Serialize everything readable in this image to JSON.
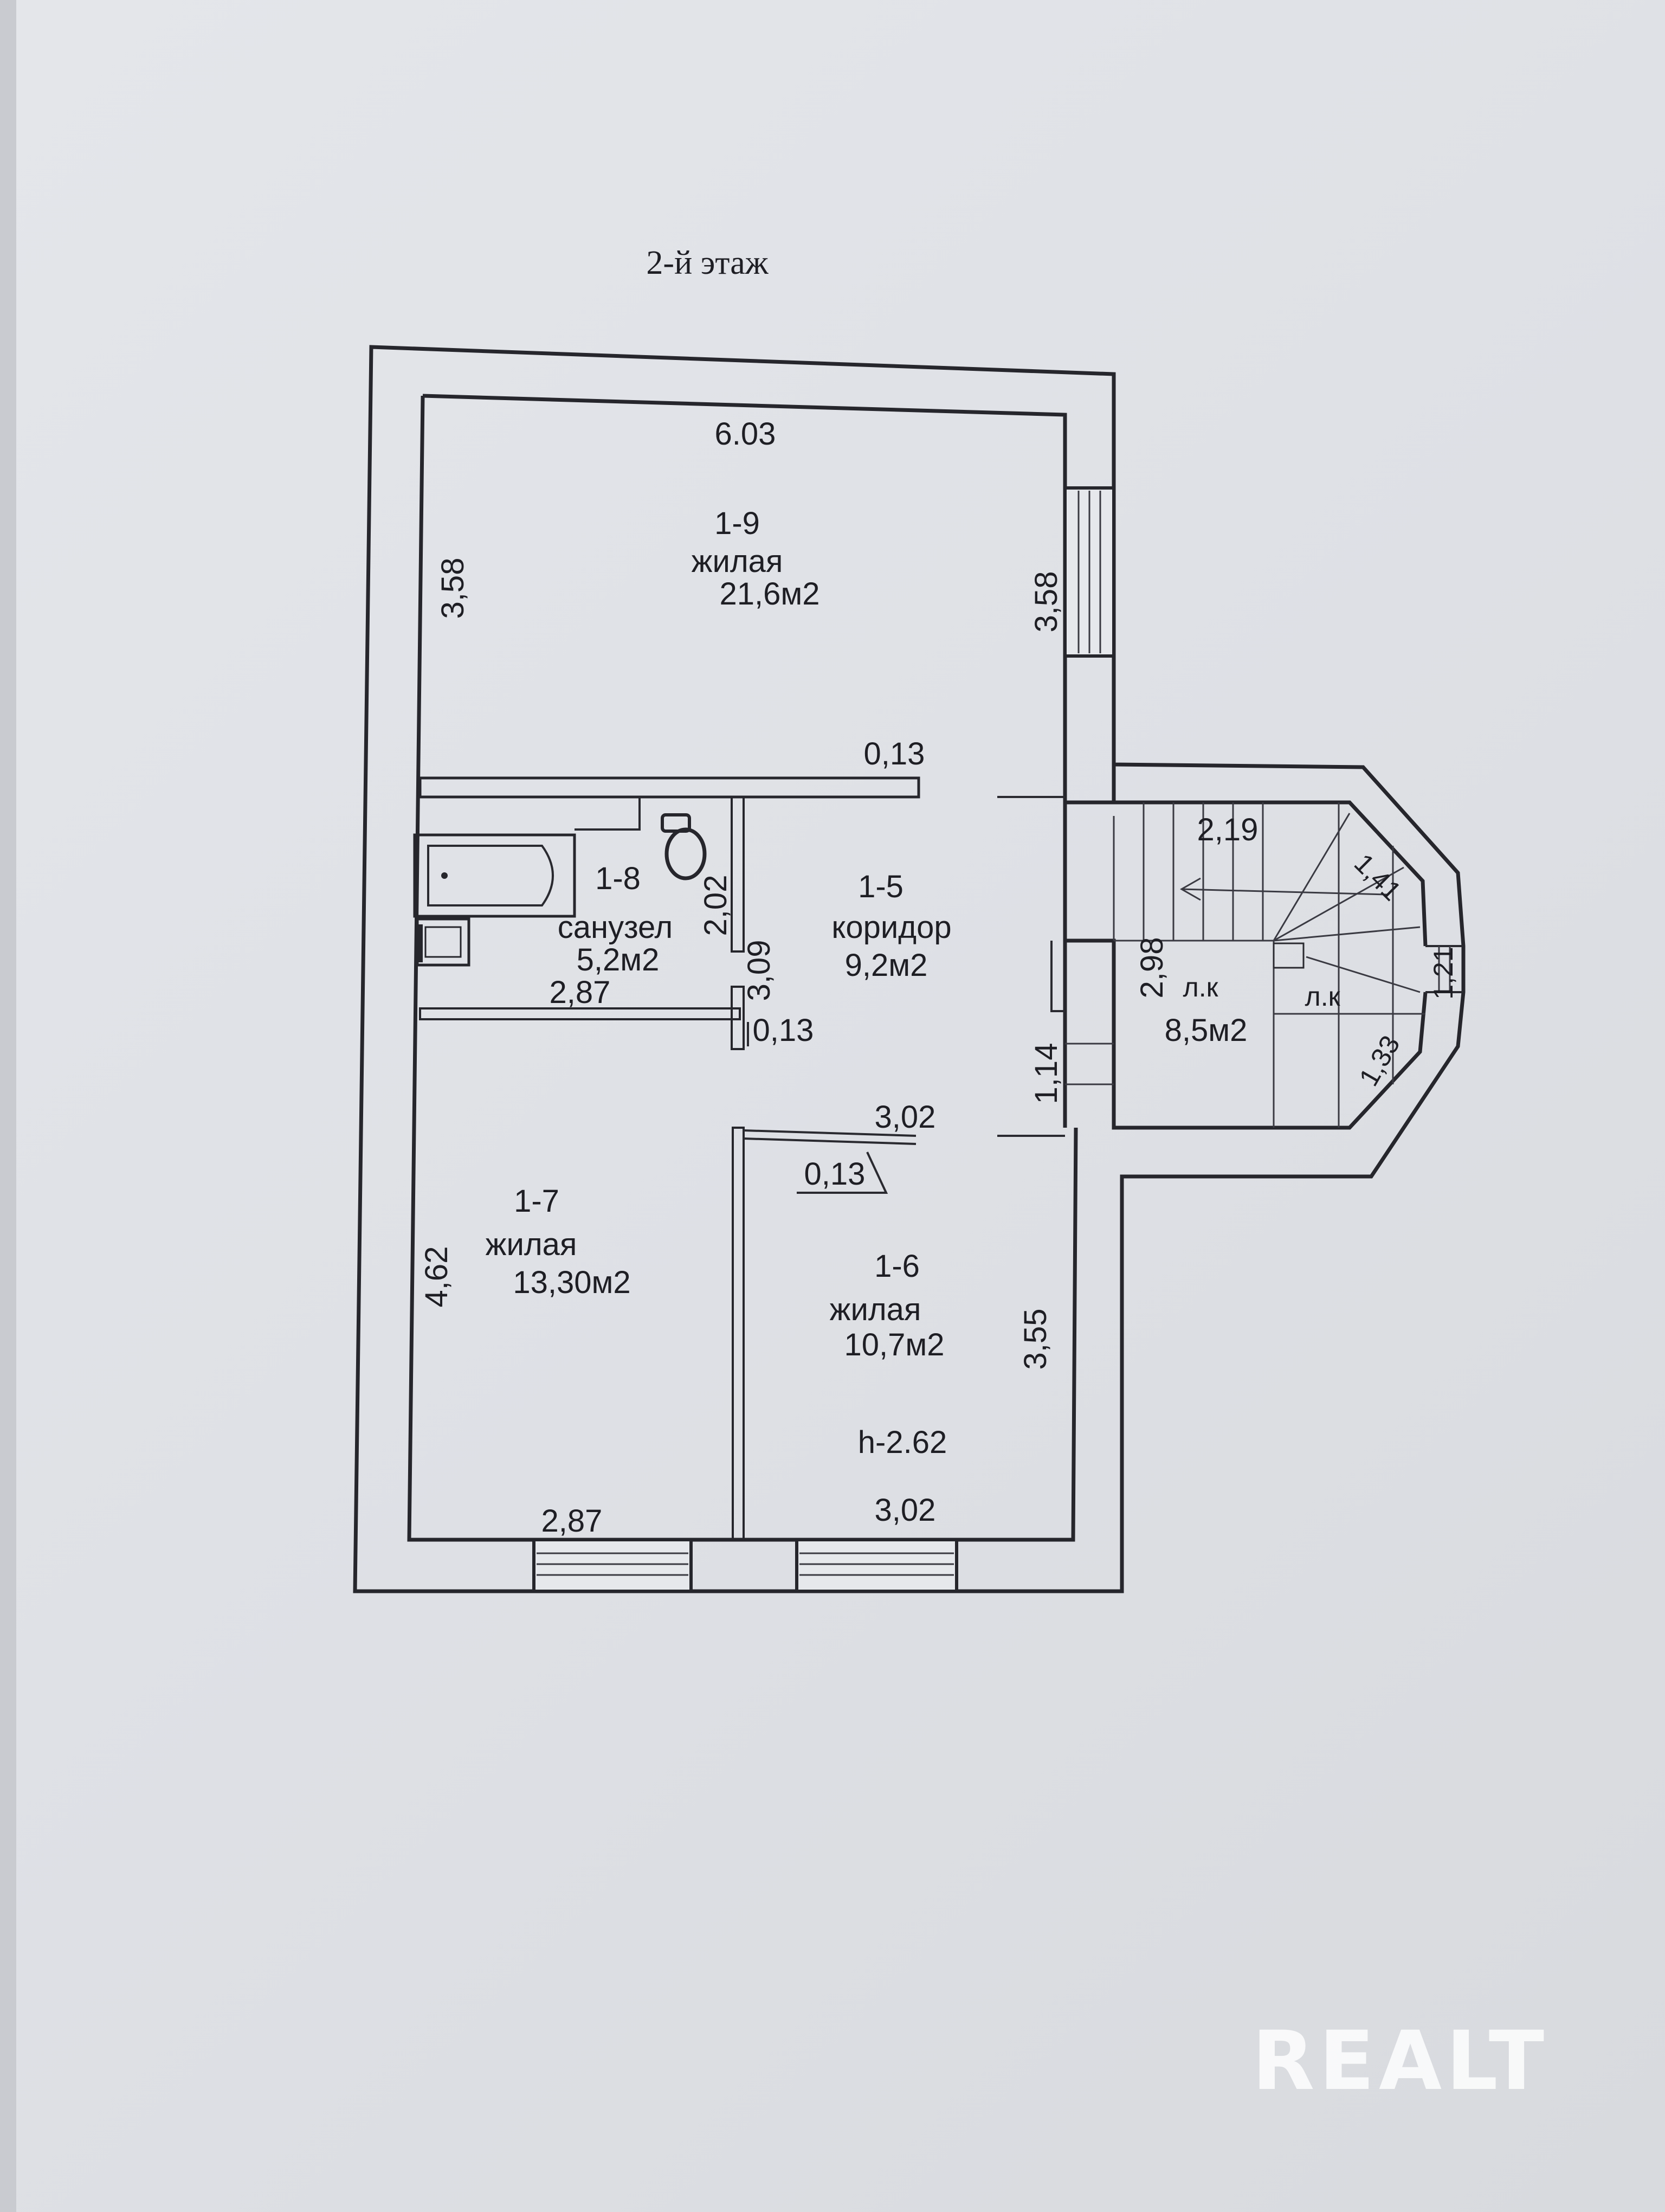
{
  "floor_title": "2-й этаж",
  "rooms": {
    "r19": {
      "id": "1-9",
      "type": "жилая",
      "area": "21,6м2"
    },
    "r18": {
      "id": "1-8",
      "type": "санузел",
      "area": "5,2м2"
    },
    "r15": {
      "id": "1-5",
      "type": "коридор",
      "area": "9,2м2"
    },
    "r17": {
      "id": "1-7",
      "type": "жилая",
      "area": "13,30м2"
    },
    "r16": {
      "id": "1-6",
      "type": "жилая",
      "area": "10,7м2"
    },
    "stairs": {
      "type_left": "л.к",
      "type_right": "л.к",
      "area": "8,5м2"
    }
  },
  "dimensions": {
    "top_width": "6.03",
    "r19_left_height": "3,58",
    "r19_right_height": "3,58",
    "wall_thickness_top": "0,13",
    "bath_height": "2,02",
    "bath_full_height": "3,09",
    "bath_width": "2,87",
    "wall_thickness_mid": "0,13",
    "stair_height": "2,98",
    "stair_width": "2,19",
    "stair_diag": "1,41",
    "stair_door": "1,21",
    "stair_low": "1,33",
    "corridor_side": "1,14",
    "r16_top_width": "3,02",
    "wall_thickness_low": "0,13",
    "r17_height": "4,62",
    "r16_height": "3,55",
    "r17_bottom_width": "2,87",
    "r16_bottom_width": "3,02"
  },
  "ceiling_height": "h-2.62",
  "watermark": "REALT"
}
